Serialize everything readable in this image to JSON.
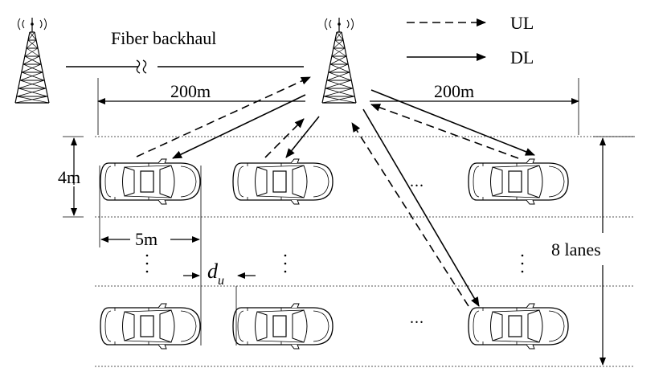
{
  "labels": {
    "fiber_backhaul": "Fiber backhaul",
    "ul": "UL",
    "dl": "DL",
    "dist_left": "200m",
    "dist_right": "200m",
    "lane_width": "4m",
    "car_length": "5m",
    "du_main": "d",
    "du_sub": "u",
    "lanes": "8 lanes",
    "ellipsis_row1": "...",
    "ellipsis_row2": "..."
  },
  "colors": {
    "stroke": "#000000",
    "road_line": "#555555"
  },
  "icons": {
    "tower": "cell-tower-icon",
    "car": "car-icon"
  }
}
